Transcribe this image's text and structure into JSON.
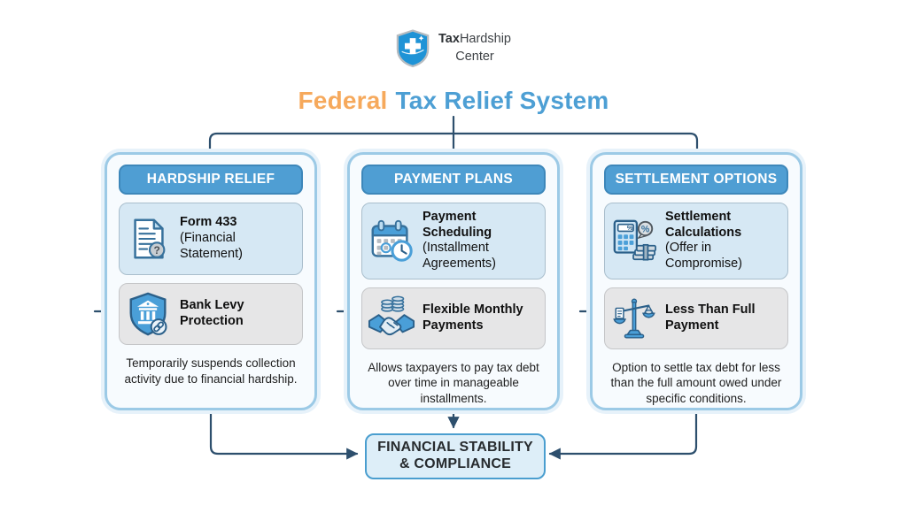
{
  "logo": {
    "brand_bold": "Tax",
    "brand_regular": "Hardship",
    "brand_line2": "Center"
  },
  "title": {
    "highlight": "Federal",
    "rest": "Tax Relief System"
  },
  "columns": [
    {
      "header": "HARDSHIP RELIEF",
      "cards": [
        {
          "icon": "document-question-icon",
          "title": "Form 433",
          "subtitle": "(Financial Statement)"
        },
        {
          "icon": "shield-bank-icon",
          "title": "Bank Levy Protection",
          "subtitle": ""
        }
      ],
      "description": "Temporarily suspends collection activity due to financial hardship."
    },
    {
      "header": "PAYMENT PLANS",
      "cards": [
        {
          "icon": "calendar-clock-icon",
          "title": "Payment Scheduling",
          "subtitle": "(Installment Agreements)"
        },
        {
          "icon": "handshake-coins-icon",
          "title": "Flexible Monthly Payments",
          "subtitle": ""
        }
      ],
      "description": "Allows taxpayers to pay tax debt over time in manageable installments."
    },
    {
      "header": "SETTLEMENT OPTIONS",
      "cards": [
        {
          "icon": "calculator-percent-icon",
          "title": "Settlement Calculations",
          "subtitle": "(Offer in Compromise)"
        },
        {
          "icon": "balance-scale-icon",
          "title": "Less Than Full Payment",
          "subtitle": ""
        }
      ],
      "description": "Option to settle tax debt for less than the full amount owed under specific conditions."
    }
  ],
  "outcome": {
    "line1": "FINANCIAL STABILITY",
    "line2": "& COMPLIANCE"
  },
  "colors": {
    "title_highlight": "#F6A95C",
    "title_main": "#4D9FD4",
    "column_header_bg": "#4F9ED3",
    "column_border": "#9CCAE6",
    "card_blue_bg": "#D6E8F4",
    "card_gray_bg": "#E6E6E7",
    "connector": "#2D4F6D",
    "outcome_bg": "#DDEEF8",
    "outcome_border": "#4A9ECF",
    "logo_shield": "#1E93D6"
  }
}
